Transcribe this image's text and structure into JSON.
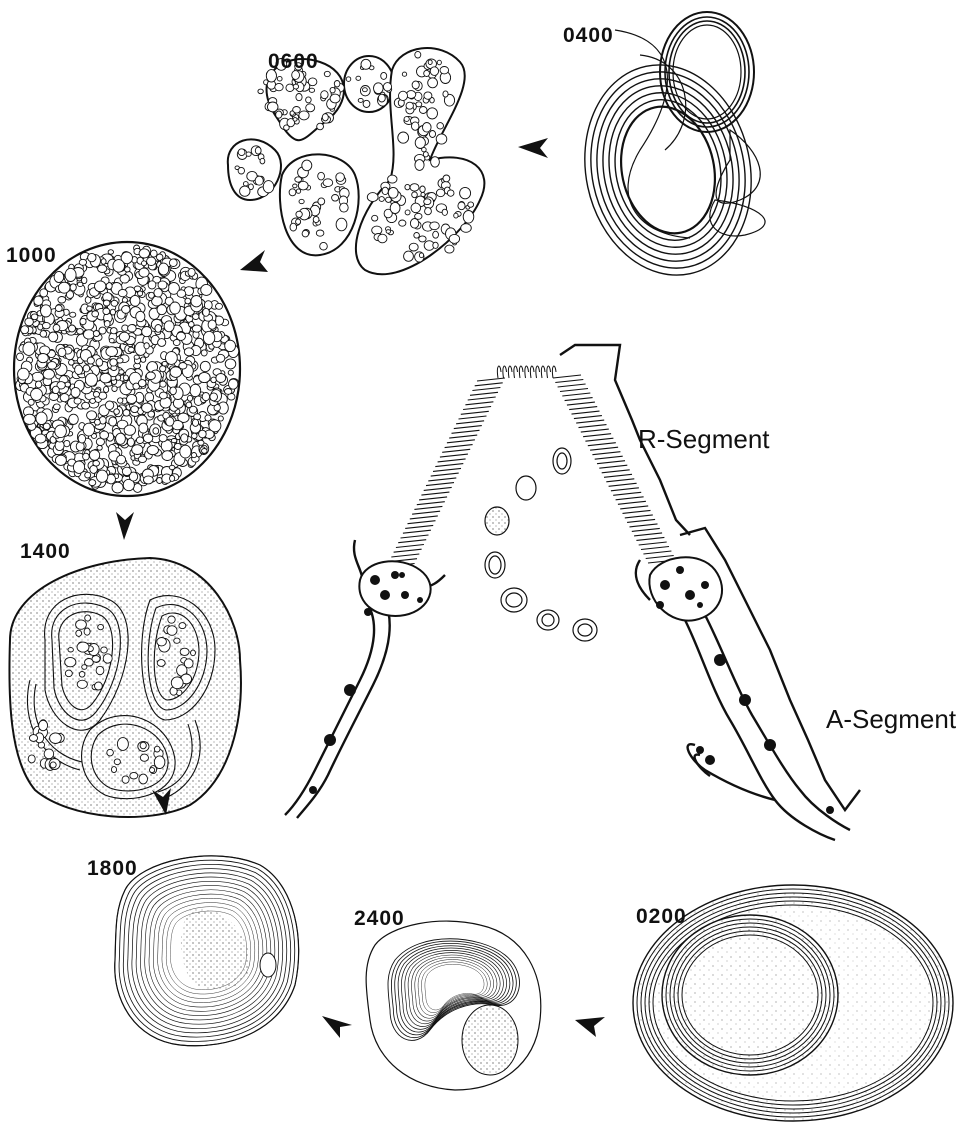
{
  "stages": {
    "s0400": "0400",
    "s0600": "0600",
    "s1000": "1000",
    "s1400": "1400",
    "s1800": "1800",
    "s2400": "2400",
    "s0200": "0200"
  },
  "segments": {
    "r_segment": "R-Segment",
    "a_segment": "A-Segment"
  },
  "colors": {
    "ink": "#111111",
    "paper": "#ffffff"
  }
}
